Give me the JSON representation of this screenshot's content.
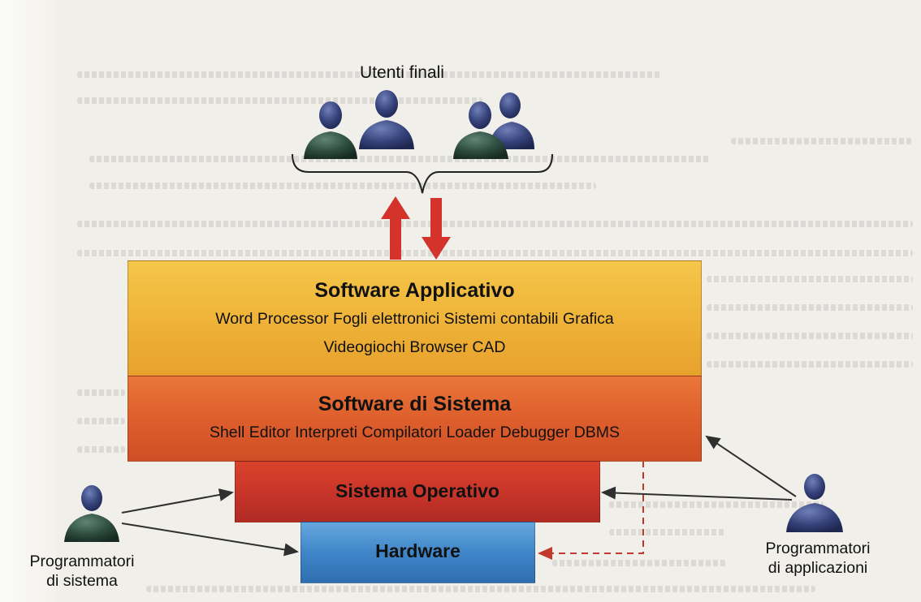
{
  "diagram": {
    "title": "Utenti finali",
    "layers": {
      "application": {
        "title": "Software Applicativo",
        "line1": "Word Processor Fogli elettronici Sistemi contabili Grafica",
        "line2": "Videogiochi Browser CAD"
      },
      "system_software": {
        "title": "Software di Sistema",
        "line1": "Shell Editor Interpreti Compilatori Loader Debugger DBMS"
      },
      "operating_system": {
        "title": "Sistema Operativo"
      },
      "hardware": {
        "title": "Hardware"
      }
    },
    "actors": {
      "system_programmers": {
        "line1": "Programmatori",
        "line2": "di sistema"
      },
      "application_programmers": {
        "line1": "Programmatori",
        "line2": "di applicazioni"
      }
    },
    "colors": {
      "arrow_red": "#d3332a",
      "person_blue": "#35427a",
      "person_green": "#2c4a3e",
      "arrow_grey": "#3a3a3a"
    },
    "icons": [
      "user-icon",
      "up-arrow-icon",
      "down-arrow-icon"
    ]
  }
}
